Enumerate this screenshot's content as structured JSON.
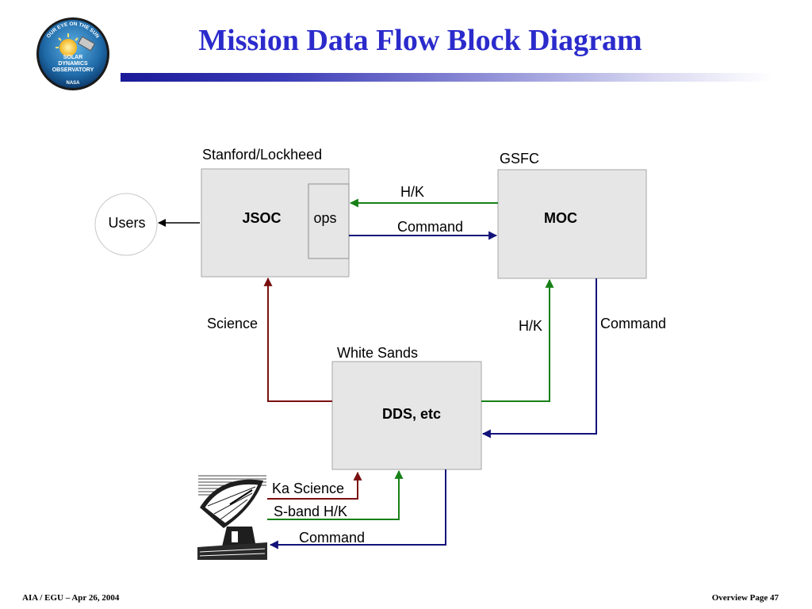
{
  "slide": {
    "title": "Mission Data Flow Block Diagram",
    "logo": {
      "top_text": "OUR EYE ON THE SUN",
      "line1": "SOLAR",
      "line2": "DYNAMICS",
      "line3": "OBSERVATORY",
      "bottom_text": "NASA"
    },
    "footer_left": "AIA / EGU – Apr 26, 2004",
    "footer_right": "Overview Page 47"
  },
  "diagram": {
    "nodes": {
      "users": {
        "label": "Users"
      },
      "jsoc": {
        "label": "JSOC",
        "group_label": "Stanford/Lockheed",
        "sub_label": "ops"
      },
      "moc": {
        "label": "MOC",
        "group_label": "GSFC"
      },
      "dds": {
        "label": "DDS, etc",
        "group_label": "White Sands"
      }
    },
    "edges": {
      "moc_to_ops": "H/K",
      "ops_to_moc": "Command",
      "dds_to_jsoc": "Science",
      "dds_to_moc": "H/K",
      "moc_to_dds": "Command",
      "antenna_ka": "Ka Science",
      "antenna_sband": "S-band H/K",
      "dds_to_antenna": "Command"
    },
    "colors": {
      "science": "#7a0f0f",
      "housekeeping": "#178017",
      "command": "#12127a",
      "box_fill": "#e6e6e6",
      "box_stroke": "#a6a6a6"
    }
  }
}
